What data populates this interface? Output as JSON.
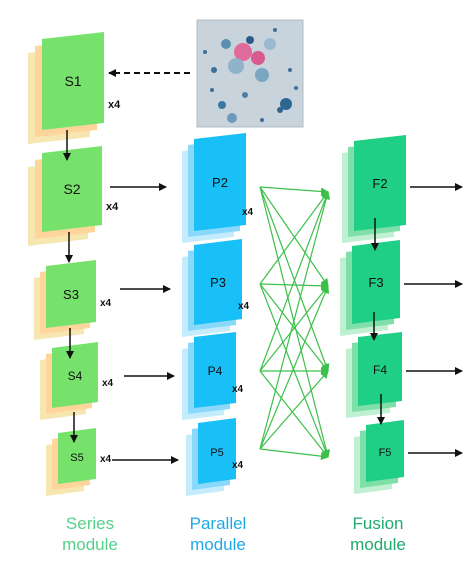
{
  "colors": {
    "series_fill": "#77e26b",
    "series_back1": "#ffd59c",
    "series_back2": "#f6e6b0",
    "parallel_fill": "#19bff7",
    "parallel_back1": "#8ad9fb",
    "parallel_back2": "#c4ecfc",
    "fusion_fill": "#1fcf86",
    "fusion_back1": "#7ee0a8",
    "fusion_back2": "#bff0d2",
    "connection_line": "#86d96a",
    "series_caption": "#54d08a",
    "parallel_caption": "#1fa8e8",
    "fusion_caption": "#1faa6e",
    "arrow": "#111111"
  },
  "series": {
    "blocks": [
      {
        "label": "S1",
        "repeat": "x4"
      },
      {
        "label": "S2",
        "repeat": "x4"
      },
      {
        "label": "S3",
        "repeat": "x4"
      },
      {
        "label": "S4",
        "repeat": "x4"
      },
      {
        "label": "S5",
        "repeat": "x4"
      }
    ],
    "caption_line1": "Series",
    "caption_line2": "module"
  },
  "parallel": {
    "blocks": [
      {
        "label": "P2",
        "repeat": "x4"
      },
      {
        "label": "P3",
        "repeat": "x4"
      },
      {
        "label": "P4",
        "repeat": "x4"
      },
      {
        "label": "P5",
        "repeat": "x4"
      }
    ],
    "caption_line1": "Parallel",
    "caption_line2": "module"
  },
  "fusion": {
    "blocks": [
      {
        "label": "F2"
      },
      {
        "label": "F3"
      },
      {
        "label": "F4"
      },
      {
        "label": "F5"
      }
    ],
    "caption_line1": "Fusion",
    "caption_line2": "module"
  }
}
